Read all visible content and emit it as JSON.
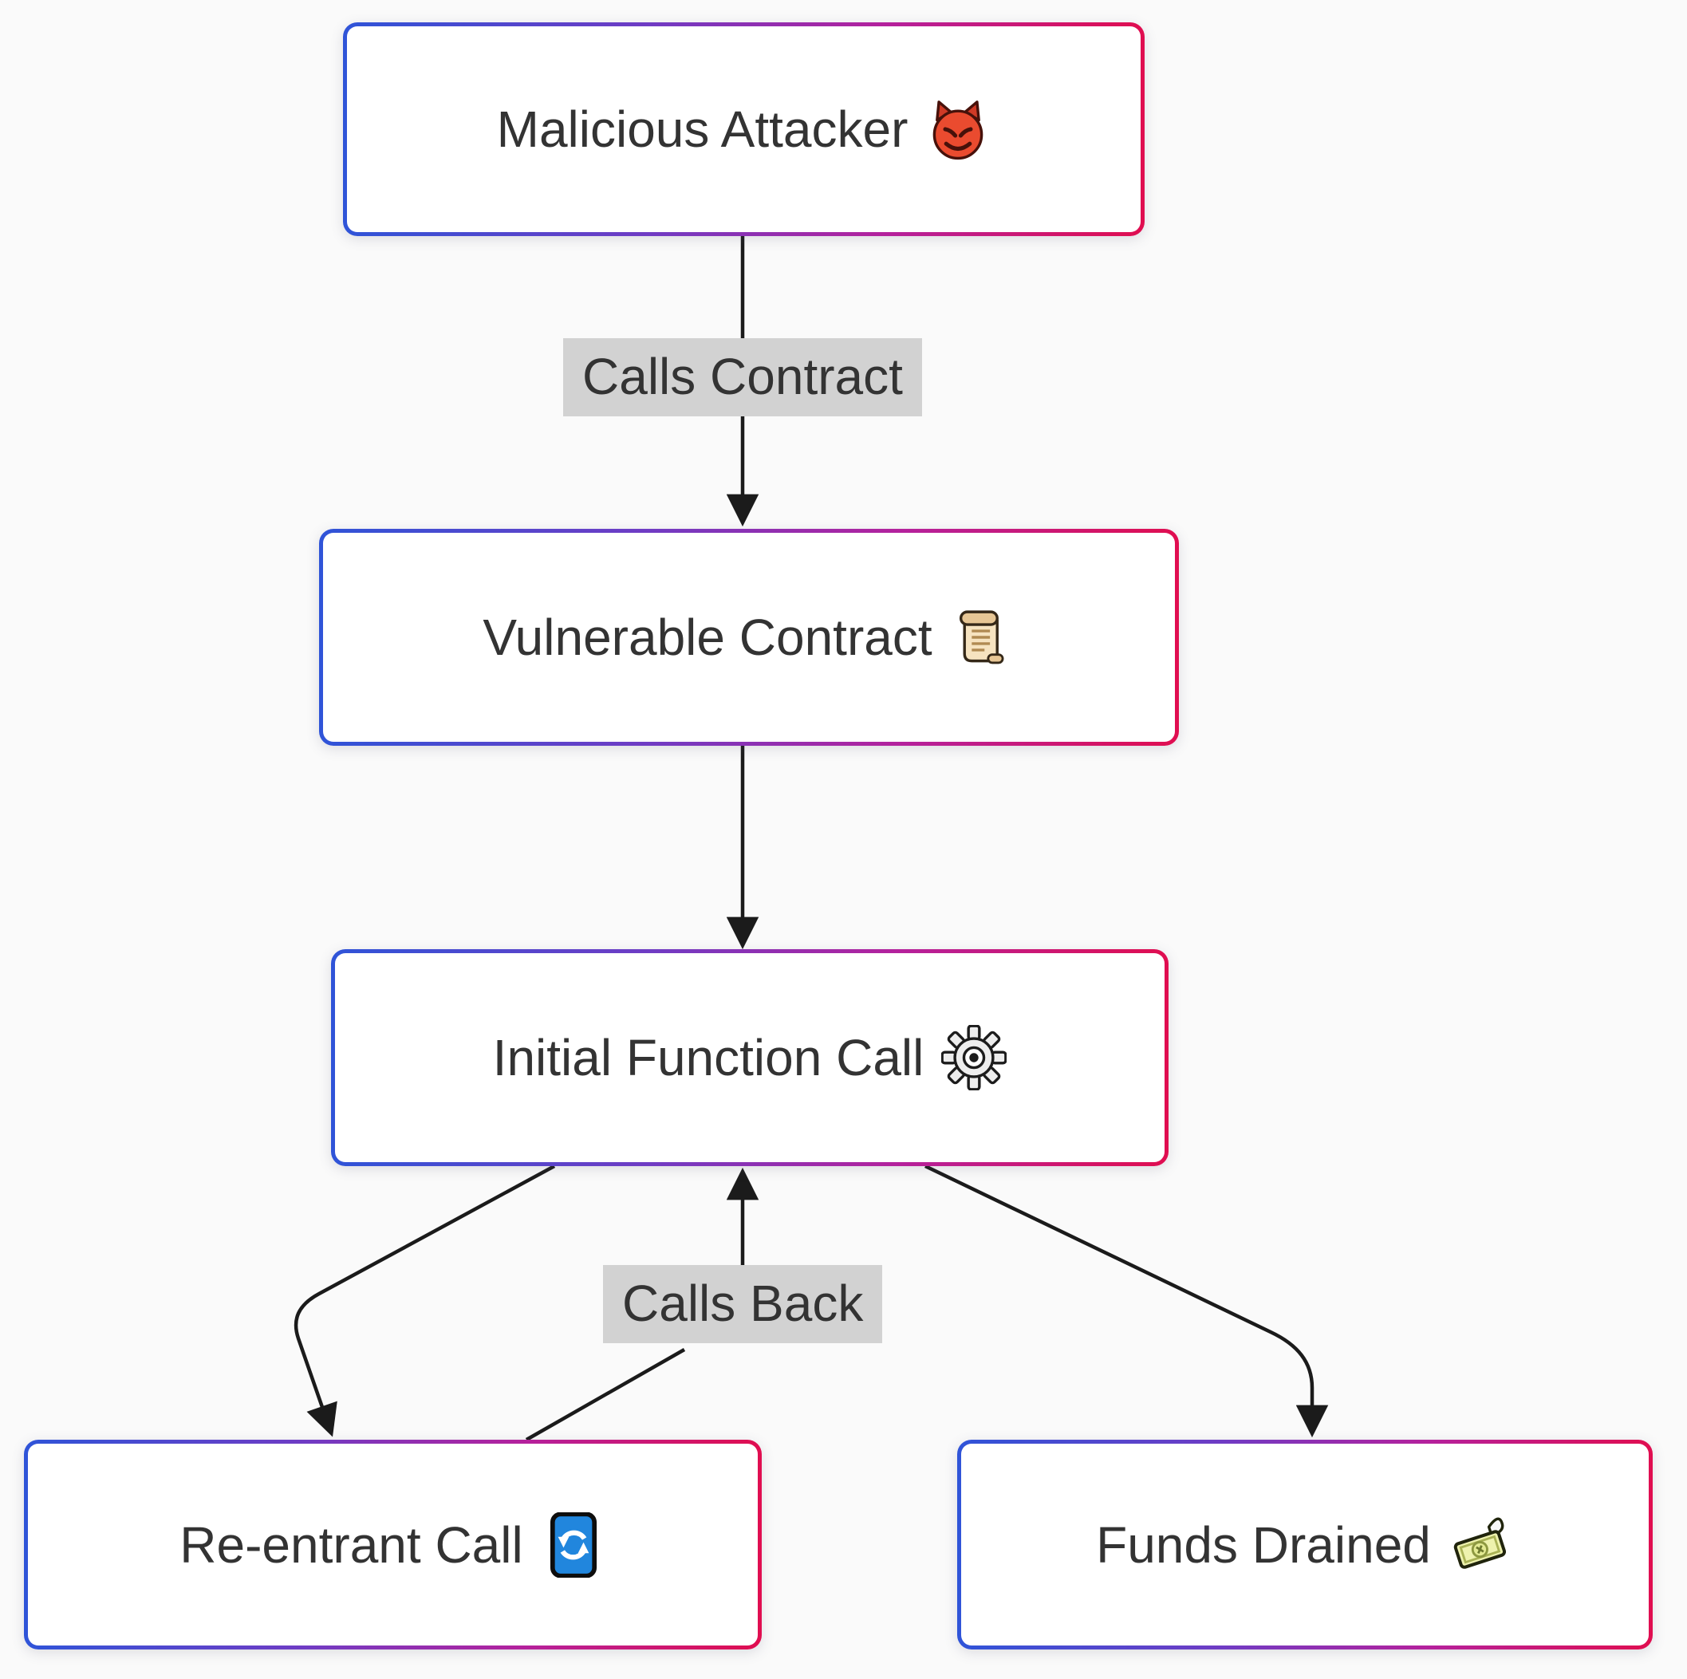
{
  "diagram": {
    "type": "flowchart",
    "direction": "top-down",
    "background": "#fafafa",
    "node_border_gradient": [
      "#2f54d8",
      "#6f3cc4",
      "#b5219c",
      "#e00e50"
    ],
    "node_fill": "#ffffff",
    "edge_color": "#1b1b1b",
    "edge_label_background": "#d2d2d2",
    "text_color": "#333333"
  },
  "nodes": [
    {
      "id": "attacker",
      "label": "Malicious Attacker",
      "icon": "devil-icon",
      "emoji": "😈"
    },
    {
      "id": "contract",
      "label": "Vulnerable Contract",
      "icon": "scroll-icon",
      "emoji": "📜"
    },
    {
      "id": "initial_call",
      "label": "Initial Function Call",
      "icon": "gear-icon",
      "emoji": "⚙️"
    },
    {
      "id": "reentrant",
      "label": "Re-entrant Call",
      "icon": "refresh-icon",
      "emoji": "🔄"
    },
    {
      "id": "drained",
      "label": "Funds Drained",
      "icon": "money-wings-icon",
      "emoji": "💸"
    }
  ],
  "edges": [
    {
      "from": "attacker",
      "to": "contract",
      "label": "Calls Contract"
    },
    {
      "from": "contract",
      "to": "initial_call",
      "label": ""
    },
    {
      "from": "initial_call",
      "to": "reentrant",
      "label": ""
    },
    {
      "from": "reentrant",
      "to": "initial_call",
      "label": "Calls Back"
    },
    {
      "from": "initial_call",
      "to": "drained",
      "label": ""
    }
  ]
}
